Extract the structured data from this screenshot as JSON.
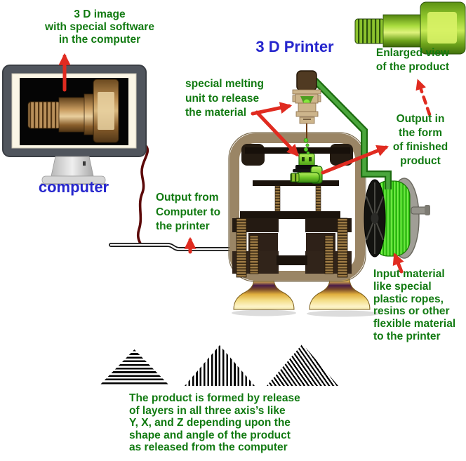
{
  "labels": {
    "top_left": "3 D image\nwith special software\nin the computer",
    "computer": "computer",
    "printer_title": "3 D Printer",
    "melting_unit": "special melting\nunit to release\nthe material",
    "output_from_computer": "Output from\nComputer to\nthe printer",
    "enlarged_view": "Enlarged view\nof the product",
    "output_finished": "Output in\nthe form\nof finished\nproduct",
    "input_material": "Input material\nlike special\nplastic ropes,\nresins or other\nflexible material\nto the printer",
    "caption": "The product is formed by release\nof layers in all three axis’s like\nY, X, and Z depending upon the\nshape and angle of the product\nas released from the computer"
  },
  "colors": {
    "label_green": "#117a11",
    "title_blue": "#2626cd",
    "arrow_red": "#e02b20",
    "cable_maroon": "#5c0909",
    "printer_frame_tan": "#9a8565",
    "filament_green": "#3fd31d",
    "tube_green": "#4aa63c",
    "foot_gold": "#e8c35a",
    "bolt_brass": "#c79a5e",
    "product_green": "#9ddc3c"
  }
}
